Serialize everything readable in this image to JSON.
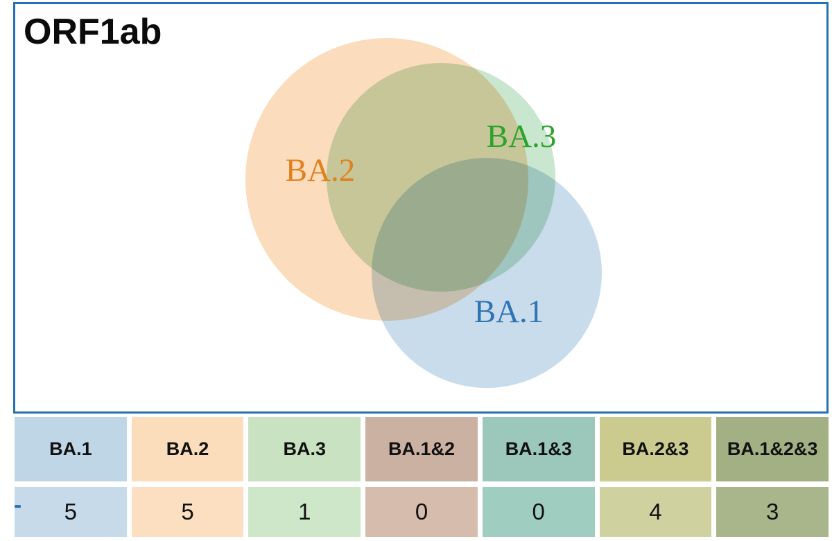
{
  "panel": {
    "title": "ORF1ab",
    "border_color": "#2272B5"
  },
  "venn": {
    "circles": {
      "ba2": {
        "label": "BA.2",
        "label_color": "#E2801E",
        "fill": "#FBDCBC"
      },
      "ba3": {
        "label": "BA.3",
        "label_color": "#2CA32C",
        "fill": "#C9E6CE"
      },
      "ba1": {
        "label": "BA.1",
        "label_color": "#2E74B5",
        "fill": "#C8DCEC"
      }
    }
  },
  "table": {
    "marker_color": "#2E75B5",
    "columns": [
      {
        "label": "BA.1",
        "value": "5",
        "header_bg": "#BFD6E7",
        "value_bg": "#C6DAEA"
      },
      {
        "label": "BA.2",
        "value": "5",
        "header_bg": "#FBDCBB",
        "value_bg": "#FCDEC0"
      },
      {
        "label": "BA.3",
        "value": "1",
        "header_bg": "#C8E2C2",
        "value_bg": "#CDE7C8"
      },
      {
        "label": "BA.1&2",
        "value": "0",
        "header_bg": "#CBB1A2",
        "value_bg": "#D6BCAD"
      },
      {
        "label": "BA.1&3",
        "value": "0",
        "header_bg": "#9BC8BB",
        "value_bg": "#9FCDBF"
      },
      {
        "label": "BA.2&3",
        "value": "4",
        "header_bg": "#CBCB90",
        "value_bg": "#CFD19E"
      },
      {
        "label": "BA.1&2&3",
        "value": "3",
        "header_bg": "#A2B083",
        "value_bg": "#A9B68C"
      }
    ]
  },
  "chart_data": {
    "type": "venn",
    "title": "ORF1ab",
    "sets": [
      "BA.1",
      "BA.2",
      "BA.3"
    ],
    "region_counts": {
      "BA.1": 5,
      "BA.2": 5,
      "BA.3": 1,
      "BA.1&2": 0,
      "BA.1&3": 0,
      "BA.2&3": 4,
      "BA.1&2&3": 3
    },
    "legend_position": "table-below",
    "notes": "Three-set Venn diagram; circle fills orange (BA.2), green (BA.3), blue (BA.1) with translucent overlaps"
  }
}
